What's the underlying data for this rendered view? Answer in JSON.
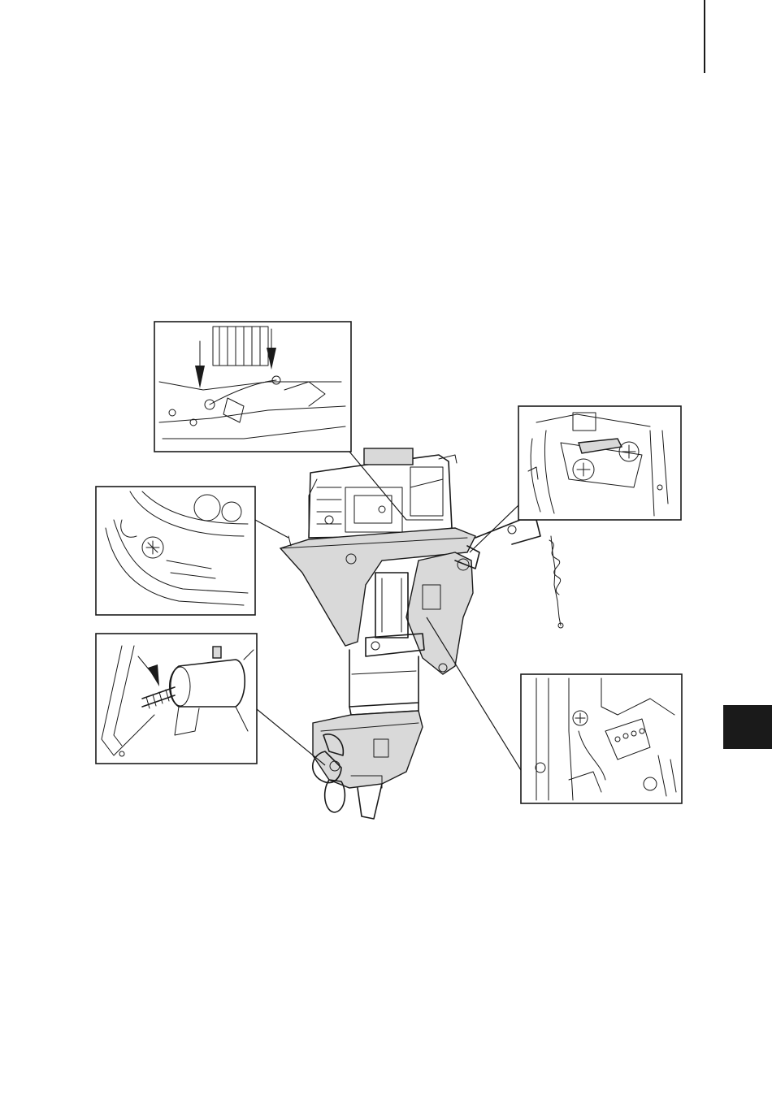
{
  "page": {
    "background": "#ffffff",
    "ink": "#1a1a1a",
    "motor_body_color": "#d9d9d9",
    "section_tab_color": "#1a1a1a"
  },
  "illustration": {
    "subject": "outboard-motor",
    "details": [
      {
        "id": "engine-ground-detail",
        "arrows": 2
      },
      {
        "id": "bracket-bolt-detail-right",
        "arrows": 0
      },
      {
        "id": "cowling-latch-detail-left",
        "arrows": 0
      },
      {
        "id": "propeller-shaft-detail",
        "arrows": 1
      },
      {
        "id": "steering-bracket-detail",
        "arrows": 0
      }
    ]
  }
}
